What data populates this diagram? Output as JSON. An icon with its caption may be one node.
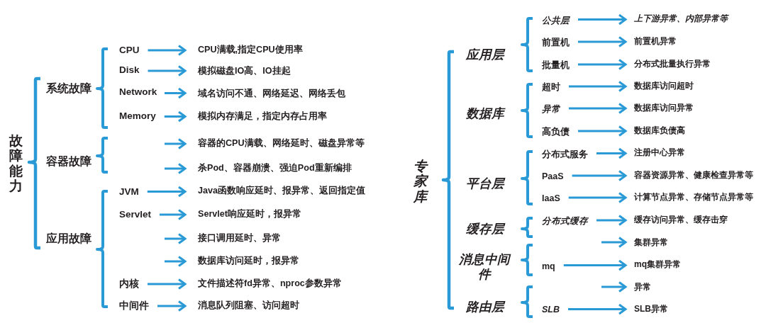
{
  "diagram": {
    "nodes": [
      {
        "text": [
          "CPU"
        ]
      },
      {
        "text": [
          "CPU满载,指定CPU使用率"
        ]
      },
      {
        "text": [
          "Disk"
        ]
      },
      {
        "text": [
          "模拟磁盘IO高、IO挂起"
        ]
      },
      {
        "text": [
          "Network"
        ]
      },
      {
        "text": [
          "域名访问不通、网络延迟、网络丢包"
        ]
      },
      {
        "text": [
          "Memory"
        ]
      },
      {
        "text": [
          "模拟内存满足，指定内存占用率"
        ]
      },
      {
        "text": [
          "容器的CPU满载、网络延时、磁盘异常等"
        ]
      },
      {
        "text": [
          "杀Pod、容器崩溃、强迫Pod重新编排"
        ]
      },
      {
        "text": [
          "JVM"
        ]
      },
      {
        "text": [
          "Java函数响应延时、报异常、返回指定值"
        ]
      },
      {
        "text": [
          "Servlet"
        ]
      },
      {
        "text": [
          "Servlet响应延时，报异常"
        ]
      },
      {
        "text": [
          "接口调用延时、异常"
        ]
      },
      {
        "text": [
          "数据库访问延时，报异常"
        ]
      },
      {
        "text": [
          "内核"
        ]
      },
      {
        "text": [
          "文件描述符fd异常、nproc参数异常"
        ]
      },
      {
        "text": [
          "中间件"
        ]
      },
      {
        "text": [
          "消息队列阻塞、访问超时"
        ]
      },
      {
        "text": [
          "公共层"
        ]
      },
      {
        "text": [
          "上下游异常、内部异常等"
        ]
      },
      {
        "text": [
          "前置机"
        ]
      },
      {
        "text": [
          "前置机异常"
        ]
      },
      {
        "text": [
          "批量机"
        ]
      },
      {
        "text": [
          "分布式批量执行异常"
        ]
      },
      {
        "text": [
          "超时"
        ]
      },
      {
        "text": [
          "数据库访问超时"
        ]
      },
      {
        "text": [
          "异常"
        ]
      },
      {
        "text": [
          "数据库访问异常"
        ]
      },
      {
        "text": [
          "高负债"
        ]
      },
      {
        "text": [
          "数据库负债高"
        ]
      },
      {
        "text": [
          "分布式服务"
        ]
      },
      {
        "text": [
          "注册中心异常"
        ]
      },
      {
        "text": [
          "PaaS"
        ]
      },
      {
        "text": [
          "容器资源异常、健康检查异常等"
        ]
      },
      {
        "text": [
          "IaaS"
        ]
      },
      {
        "text": [
          "计算节点异常、存储节点异常等"
        ]
      },
      {
        "text": [
          "分布式缓存"
        ]
      },
      {
        "text": [
          "缓存访问异常、缓存击穿"
        ]
      },
      {
        "text": [
          "集群异常"
        ]
      },
      {
        "text": [
          "mq"
        ]
      },
      {
        "text": [
          "mq集群异常"
        ]
      },
      {
        "text": [
          "异常"
        ]
      },
      {
        "text": [
          "SLB"
        ]
      },
      {
        "text": [
          "SLB异常"
        ]
      }
    ],
    "edges": [
      {
        "from": 0,
        "to": 1,
        "arrow": "to"
      },
      {
        "from": 2,
        "to": 3,
        "arrow": "to"
      },
      {
        "from": 4,
        "to": 5,
        "arrow": "to"
      },
      {
        "from": 6,
        "to": 7,
        "arrow": "to"
      },
      {
        "from": null,
        "to": 8,
        "arrow": "to"
      },
      {
        "from": null,
        "to": 9,
        "arrow": "to"
      },
      {
        "from": 10,
        "to": 11,
        "arrow": "to"
      },
      {
        "from": 12,
        "to": 13,
        "arrow": "to"
      },
      {
        "from": null,
        "to": 14,
        "arrow": "to"
      },
      {
        "from": null,
        "to": 15,
        "arrow": "to"
      },
      {
        "from": 16,
        "to": 17,
        "arrow": "to"
      },
      {
        "from": 18,
        "to": 19,
        "arrow": "to"
      },
      {
        "from": 20,
        "to": 21,
        "arrow": "to"
      },
      {
        "from": 22,
        "to": 23,
        "arrow": "to"
      },
      {
        "from": 24,
        "to": 25,
        "arrow": "to"
      },
      {
        "from": 26,
        "to": 27,
        "arrow": "to"
      },
      {
        "from": 28,
        "to": 29,
        "arrow": "to"
      },
      {
        "from": 30,
        "to": 31,
        "arrow": "to"
      },
      {
        "from": 32,
        "to": 33,
        "arrow": "to"
      },
      {
        "from": 34,
        "to": 35,
        "arrow": "to"
      },
      {
        "from": 36,
        "to": 37,
        "arrow": "to"
      },
      {
        "from": 38,
        "to": 39,
        "arrow": "to"
      },
      {
        "from": null,
        "to": 40,
        "arrow": "to"
      },
      {
        "from": 41,
        "to": 42,
        "arrow": "to"
      },
      {
        "from": null,
        "to": 43,
        "arrow": "to"
      },
      {
        "from": 44,
        "to": 45,
        "arrow": "to"
      }
    ],
    "labels": [
      "故障能力",
      "系统故障",
      "容器故障",
      "应用故障",
      "专家库",
      "应用层",
      "数据库",
      "平台层",
      "缓存层",
      "消息中间件",
      "路由层"
    ]
  }
}
